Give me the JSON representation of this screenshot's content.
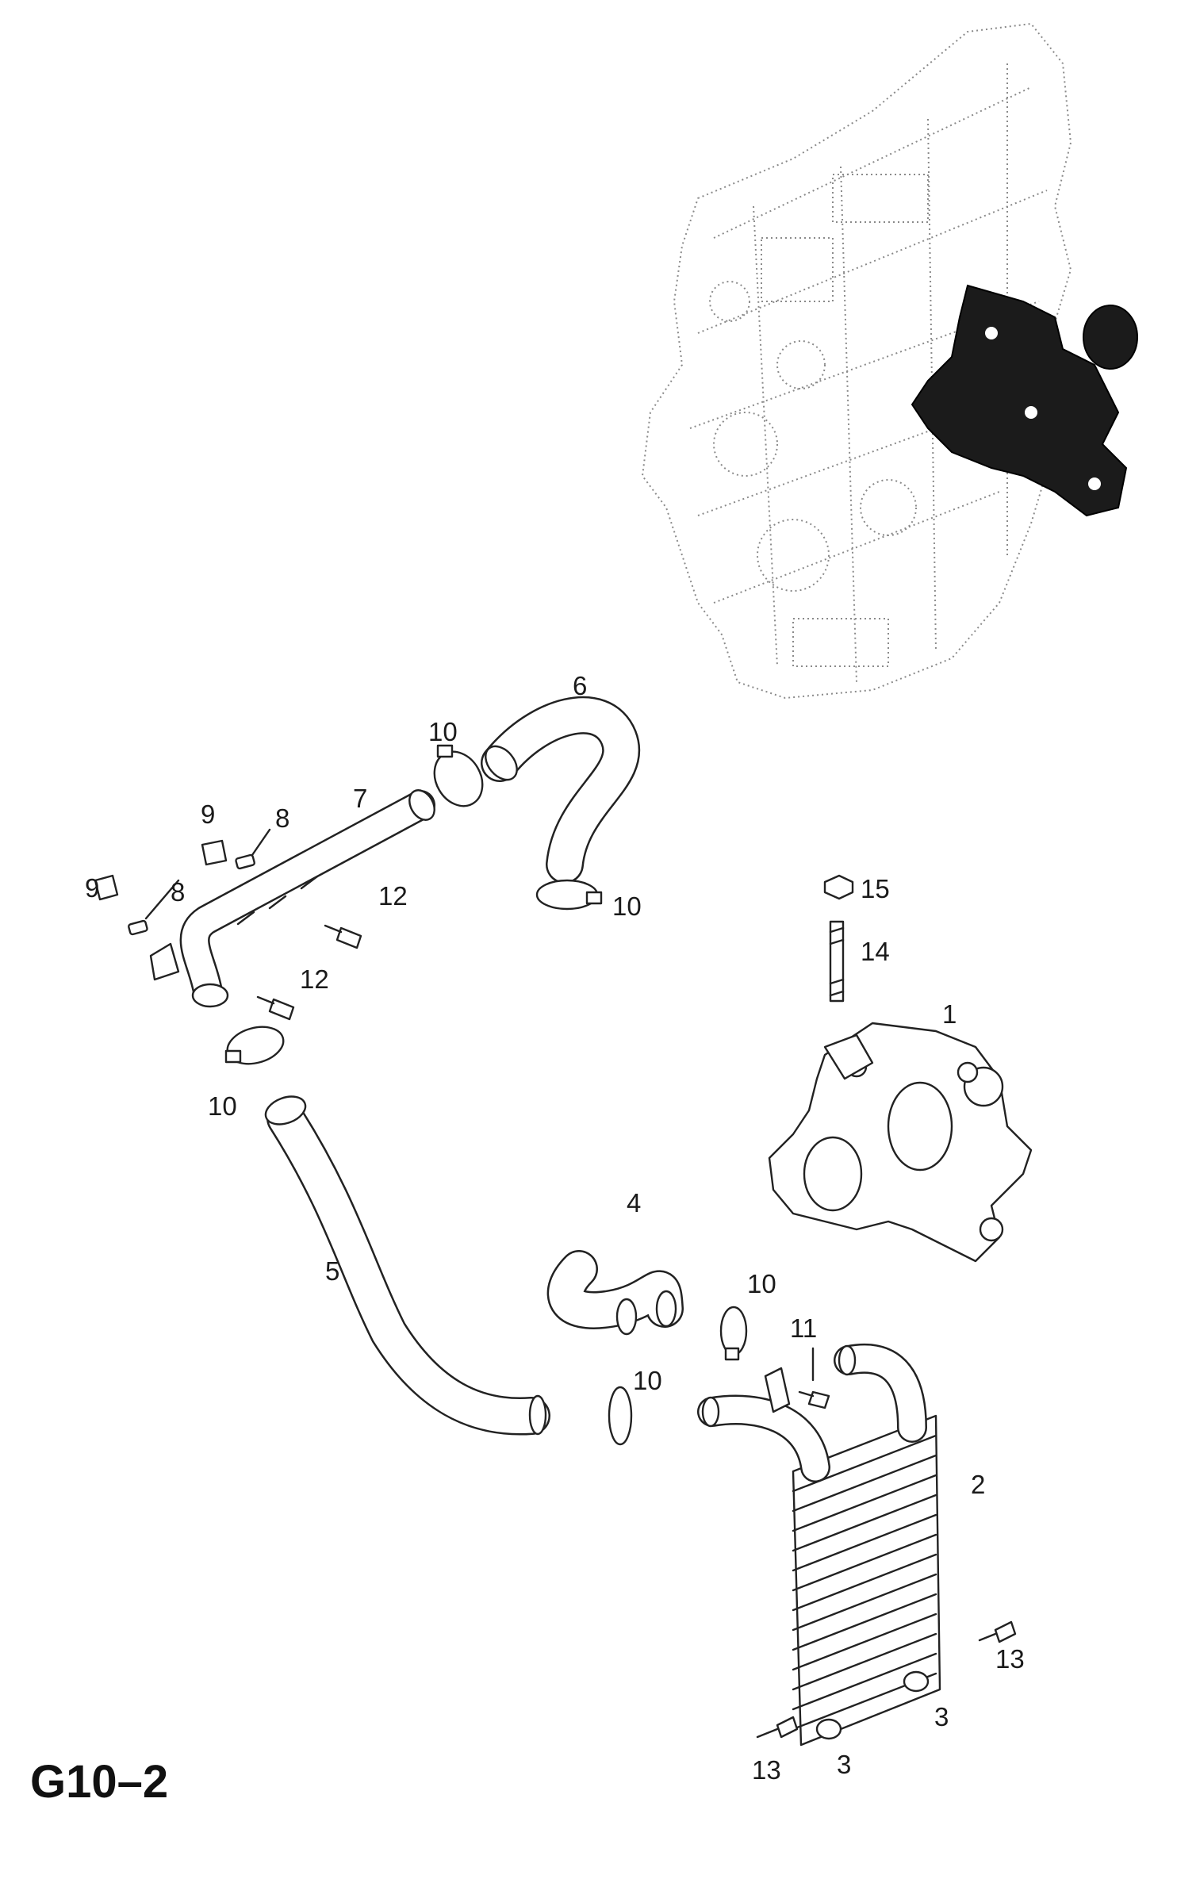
{
  "page_code": "G10–2",
  "callouts": [
    {
      "id": "c1",
      "text": "1"
    },
    {
      "id": "c2",
      "text": "2"
    },
    {
      "id": "c3a",
      "text": "3"
    },
    {
      "id": "c3b",
      "text": "3"
    },
    {
      "id": "c4",
      "text": "4"
    },
    {
      "id": "c5",
      "text": "5"
    },
    {
      "id": "c6",
      "text": "6"
    },
    {
      "id": "c7",
      "text": "7"
    },
    {
      "id": "c8a",
      "text": "8"
    },
    {
      "id": "c8b",
      "text": "8"
    },
    {
      "id": "c9a",
      "text": "9"
    },
    {
      "id": "c9b",
      "text": "9"
    },
    {
      "id": "c10a",
      "text": "10"
    },
    {
      "id": "c10b",
      "text": "10"
    },
    {
      "id": "c10c",
      "text": "10"
    },
    {
      "id": "c10d",
      "text": "10"
    },
    {
      "id": "c10e",
      "text": "10"
    },
    {
      "id": "c11",
      "text": "11"
    },
    {
      "id": "c12a",
      "text": "12"
    },
    {
      "id": "c12b",
      "text": "12"
    },
    {
      "id": "c13a",
      "text": "13"
    },
    {
      "id": "c13b",
      "text": "13"
    },
    {
      "id": "c14",
      "text": "14"
    },
    {
      "id": "c15",
      "text": "15"
    }
  ]
}
